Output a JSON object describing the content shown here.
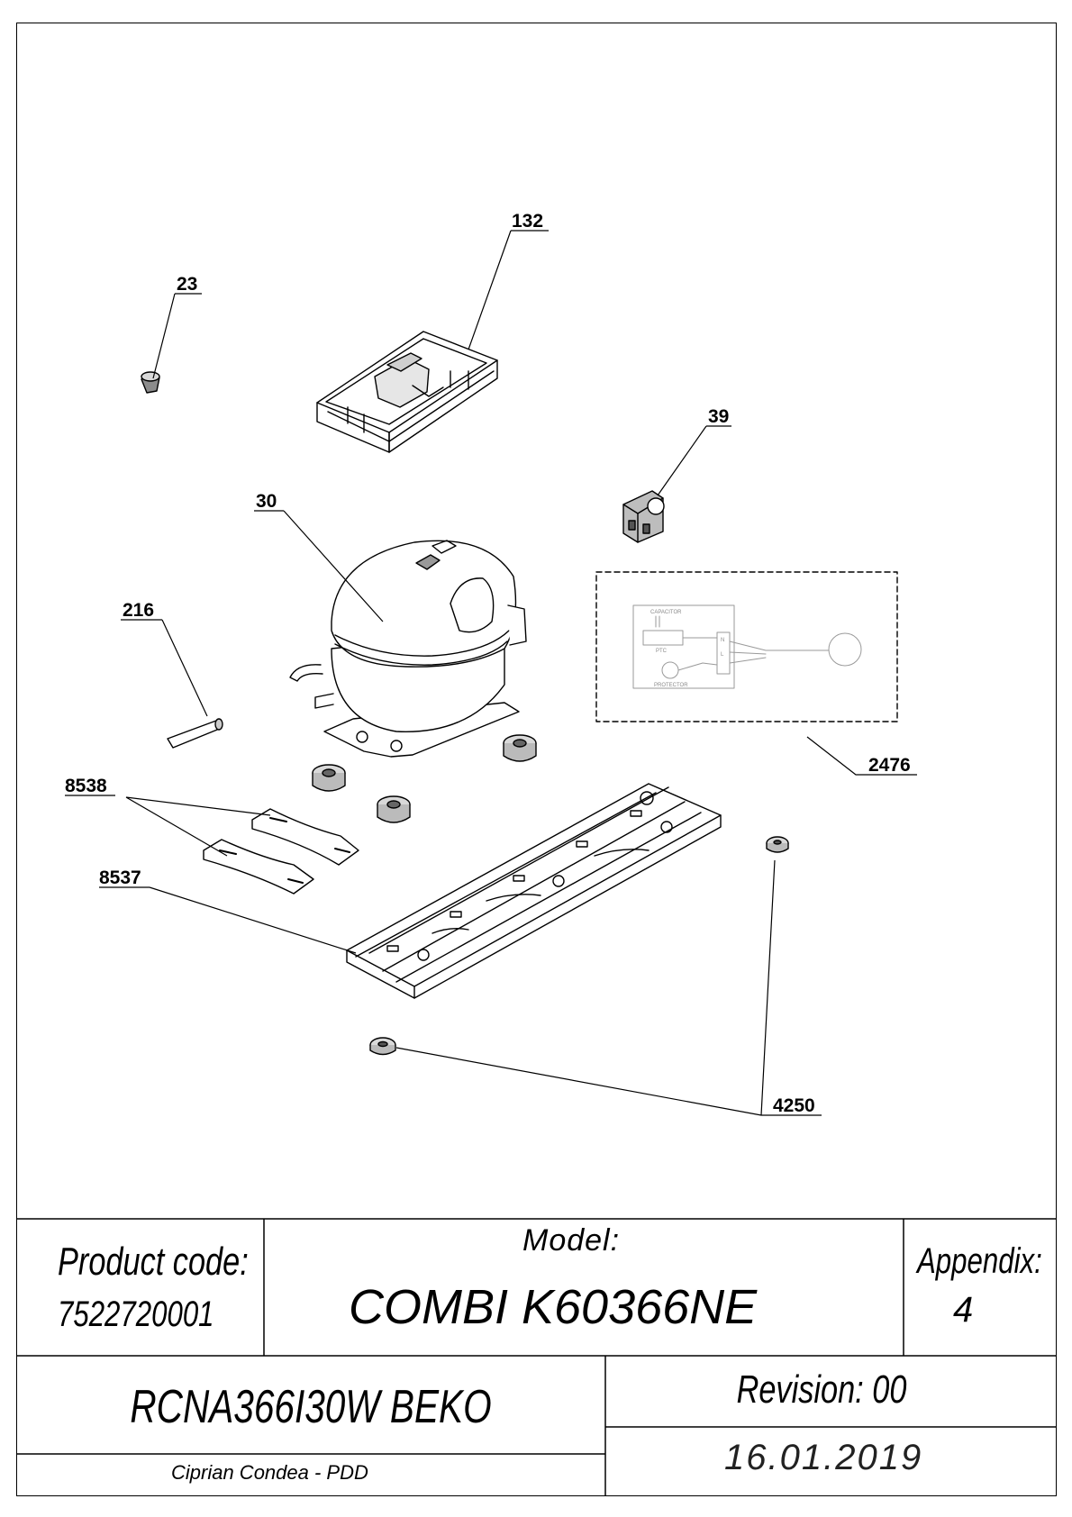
{
  "diagram": {
    "callouts": {
      "p132": "132",
      "p23": "23",
      "p39": "39",
      "p30": "30",
      "p216": "216",
      "p2476": "2476",
      "p8538": "8538",
      "p8537": "8537",
      "p4250": "4250"
    },
    "schematic": {
      "capacitor": "CAPACITOR",
      "ptc": "PTC",
      "protector": "PROTECTOR",
      "terminal_n": "N",
      "terminal_l": "L"
    }
  },
  "title_block": {
    "product_code_label": "Product code:",
    "product_code": "7522720001",
    "model_label": "Model:",
    "model": "COMBI K60366NE",
    "appendix_label": "Appendix:",
    "appendix": "4",
    "product_name": "RCNA366I30W BEKO",
    "revision": "Revision: 00",
    "author": "Ciprian Condea - PDD",
    "date": "16.01.2019"
  }
}
